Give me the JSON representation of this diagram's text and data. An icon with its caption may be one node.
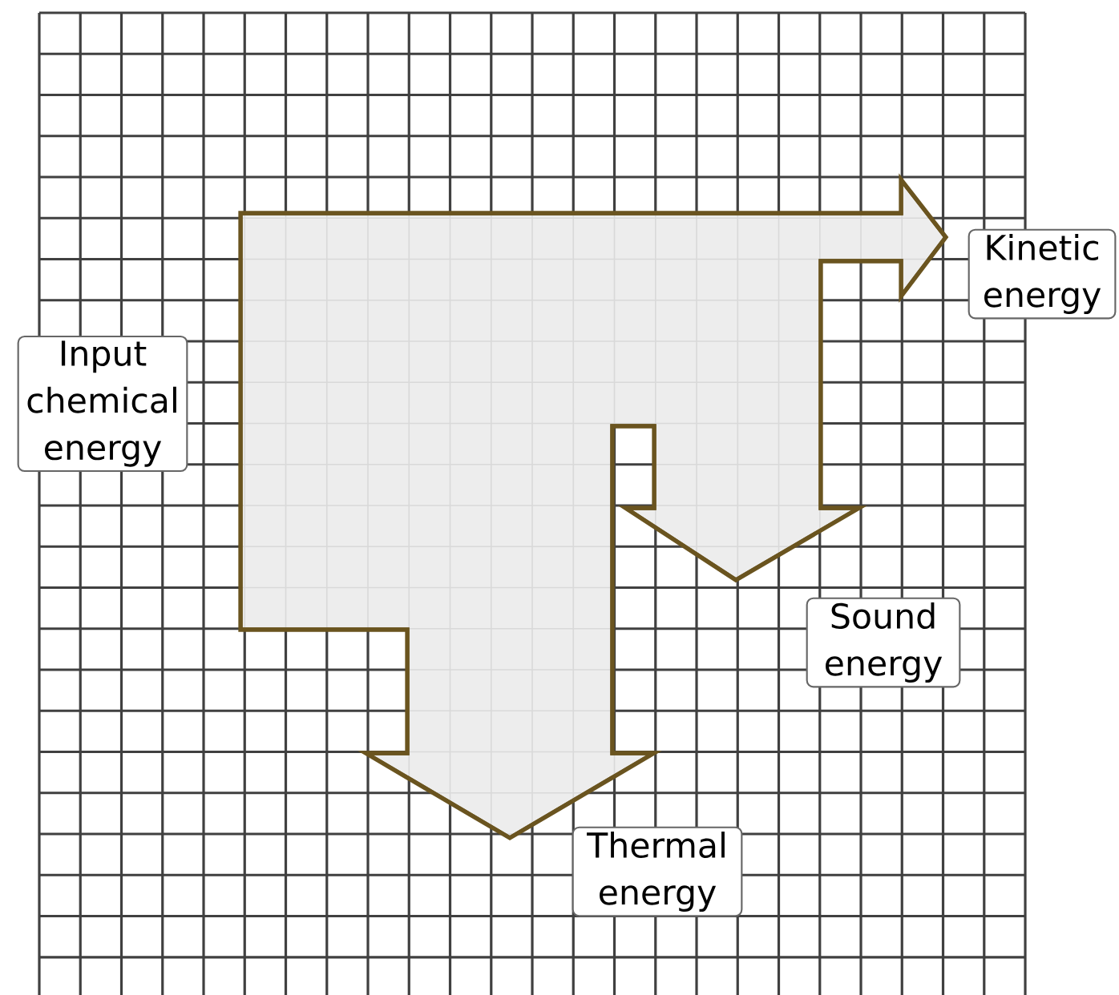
{
  "diagram": {
    "nodes": [
      {
        "text": [
          "Input chemical energy"
        ]
      },
      {
        "text": [
          "Kinetic energy"
        ]
      },
      {
        "text": [
          "Sound energy"
        ]
      },
      {
        "text": [
          "Thermal energy"
        ]
      }
    ]
  }
}
